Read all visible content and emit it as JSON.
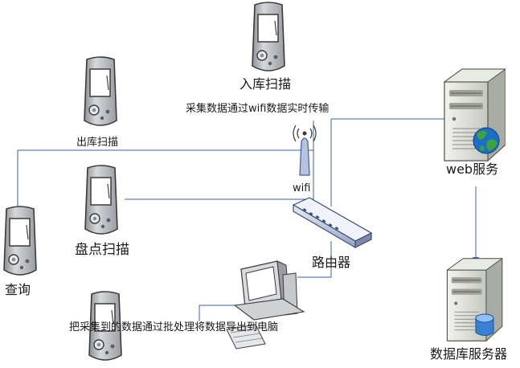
{
  "labels": {
    "inbound_scan": "入库扫描",
    "outbound_scan": "出库扫描",
    "inventory_scan": "盘点扫描",
    "query": "查询",
    "wifi": "wifi",
    "router": "路由器",
    "web_service": "web服务",
    "db_server": "数据库服务器",
    "wifi_transfer_note": "采集数据通过wifi数据实时传输",
    "batch_export_note": "把采集到的数据通过批处理将数据导出到电脑"
  },
  "colors": {
    "connector": "#3a5fa8",
    "device_body": "#c3c6ca",
    "device_outline": "#3b3b3b",
    "screen": "#ffffff",
    "server_body": "#dadcd5",
    "globe": "#1b6fc9",
    "land": "#3ea33a"
  }
}
